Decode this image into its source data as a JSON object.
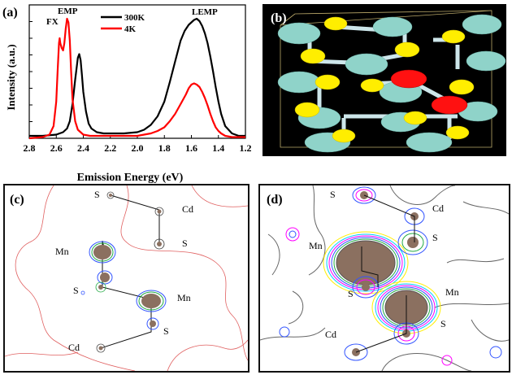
{
  "panels": {
    "a": "(a)",
    "b": "(b)",
    "c": "(c)",
    "d": "(d)"
  },
  "chart_data": {
    "type": "line",
    "xlabel": "Emission Energy (eV)",
    "ylabel": "Intensity (a.u.)",
    "xlim": [
      2.8,
      1.2
    ],
    "x_ticks": [
      "2.8",
      "2.6",
      "2.4",
      "2.2",
      "2.0",
      "1.8",
      "1.6",
      "1.4",
      "1.2"
    ],
    "y_ticks_labeled": false,
    "legend": {
      "placement": "top-center",
      "entries": [
        "300K",
        "4K"
      ]
    },
    "annotations": [
      "FX",
      "EMP",
      "LEMP"
    ],
    "series": [
      {
        "name": "300K",
        "color": "#000000",
        "x": [
          2.8,
          2.7,
          2.6,
          2.55,
          2.52,
          2.5,
          2.48,
          2.46,
          2.44,
          2.43,
          2.42,
          2.41,
          2.4,
          2.38,
          2.36,
          2.34,
          2.3,
          2.25,
          2.2,
          2.1,
          2.0,
          1.95,
          1.9,
          1.85,
          1.8,
          1.76,
          1.72,
          1.68,
          1.65,
          1.62,
          1.6,
          1.58,
          1.56,
          1.54,
          1.52,
          1.5,
          1.48,
          1.46,
          1.44,
          1.42,
          1.4,
          1.38,
          1.35,
          1.3,
          1.25,
          1.2
        ],
        "values": [
          0.02,
          0.02,
          0.03,
          0.05,
          0.08,
          0.14,
          0.28,
          0.48,
          0.66,
          0.69,
          0.64,
          0.52,
          0.38,
          0.22,
          0.12,
          0.08,
          0.05,
          0.04,
          0.04,
          0.04,
          0.05,
          0.07,
          0.11,
          0.18,
          0.3,
          0.46,
          0.63,
          0.8,
          0.88,
          0.93,
          0.95,
          0.97,
          0.98,
          0.96,
          0.92,
          0.86,
          0.78,
          0.67,
          0.55,
          0.42,
          0.3,
          0.2,
          0.1,
          0.04,
          0.02,
          0.02
        ]
      },
      {
        "name": "4K",
        "color": "#ff0000",
        "x": [
          2.8,
          2.7,
          2.65,
          2.62,
          2.6,
          2.59,
          2.58,
          2.575,
          2.57,
          2.56,
          2.55,
          2.54,
          2.53,
          2.52,
          2.51,
          2.5,
          2.49,
          2.48,
          2.46,
          2.44,
          2.4,
          2.35,
          2.3,
          2.2,
          2.1,
          2.0,
          1.95,
          1.9,
          1.85,
          1.8,
          1.76,
          1.72,
          1.68,
          1.64,
          1.62,
          1.6,
          1.58,
          1.56,
          1.54,
          1.52,
          1.5,
          1.48,
          1.46,
          1.44,
          1.42,
          1.4,
          1.38,
          1.35,
          1.3,
          1.25,
          1.2
        ],
        "values": [
          0.0,
          0.01,
          0.03,
          0.1,
          0.3,
          0.55,
          0.78,
          0.82,
          0.78,
          0.74,
          0.72,
          0.78,
          0.9,
          0.98,
          0.95,
          0.8,
          0.55,
          0.32,
          0.14,
          0.07,
          0.03,
          0.02,
          0.02,
          0.02,
          0.02,
          0.02,
          0.03,
          0.04,
          0.06,
          0.09,
          0.14,
          0.2,
          0.28,
          0.36,
          0.41,
          0.44,
          0.45,
          0.44,
          0.42,
          0.38,
          0.33,
          0.27,
          0.2,
          0.14,
          0.09,
          0.06,
          0.04,
          0.02,
          0.01,
          0.01,
          0.01
        ]
      }
    ]
  },
  "panel_c_labels": [
    {
      "text": "S",
      "id": "c-s-top"
    },
    {
      "text": "Cd",
      "id": "c-cd-top"
    },
    {
      "text": "S",
      "id": "c-s-right"
    },
    {
      "text": "Mn",
      "id": "c-mn-left"
    },
    {
      "text": "S",
      "id": "c-s-mid"
    },
    {
      "text": "Mn",
      "id": "c-mn-right"
    },
    {
      "text": "S",
      "id": "c-s-low"
    },
    {
      "text": "Cd",
      "id": "c-cd-bottom"
    }
  ],
  "panel_d_labels": [
    {
      "text": "S",
      "id": "d-s-top"
    },
    {
      "text": "Cd",
      "id": "d-cd-top"
    },
    {
      "text": "S",
      "id": "d-s-right"
    },
    {
      "text": "Mn",
      "id": "d-mn-left"
    },
    {
      "text": "S",
      "id": "d-s-mid"
    },
    {
      "text": "Mn",
      "id": "d-mn-right"
    },
    {
      "text": "S",
      "id": "d-s-low"
    },
    {
      "text": "Cd",
      "id": "d-cd-bottom"
    }
  ]
}
